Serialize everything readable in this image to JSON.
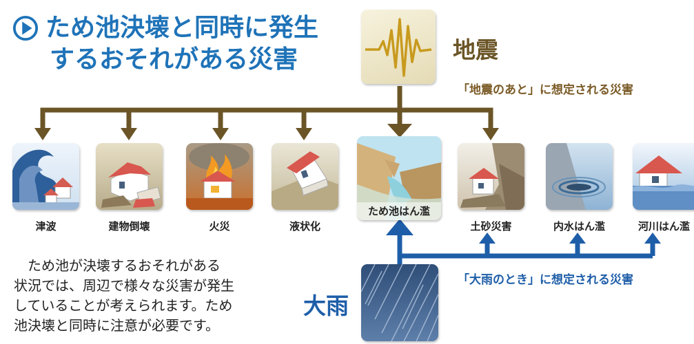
{
  "title": {
    "line1": "ため池決壊と同時に発生",
    "line2": "するおそれがある災害"
  },
  "earthquake": {
    "label": "地震",
    "note": "「地震のあと」に想定される災害"
  },
  "heavy_rain": {
    "label": "大雨",
    "note": "「大雨のとき」に想定される災害"
  },
  "disasters": [
    {
      "label": "津波",
      "icon": "tsunami-icon"
    },
    {
      "label": "建物倒壊",
      "icon": "building-collapse-icon"
    },
    {
      "label": "火災",
      "icon": "fire-icon"
    },
    {
      "label": "液状化",
      "icon": "liquefaction-icon"
    },
    {
      "label": "ため池はん濫",
      "icon": "pond-flood-icon"
    },
    {
      "label": "土砂災害",
      "icon": "landslide-icon"
    },
    {
      "label": "内水はん濫",
      "icon": "inland-flood-icon"
    },
    {
      "label": "河川はん濫",
      "icon": "river-flood-icon"
    }
  ],
  "description": {
    "line1": "ため池が決壊するおそれがある",
    "line2": "状況では、周辺で様々な災害が発生",
    "line3": "していることが考えられます。ため",
    "line4": "池決壊と同時に注意が必要です。"
  },
  "colors": {
    "title": "#1f73b8",
    "earthquake_arrow": "#6b5527",
    "rain_arrow": "#1e5ea8"
  }
}
